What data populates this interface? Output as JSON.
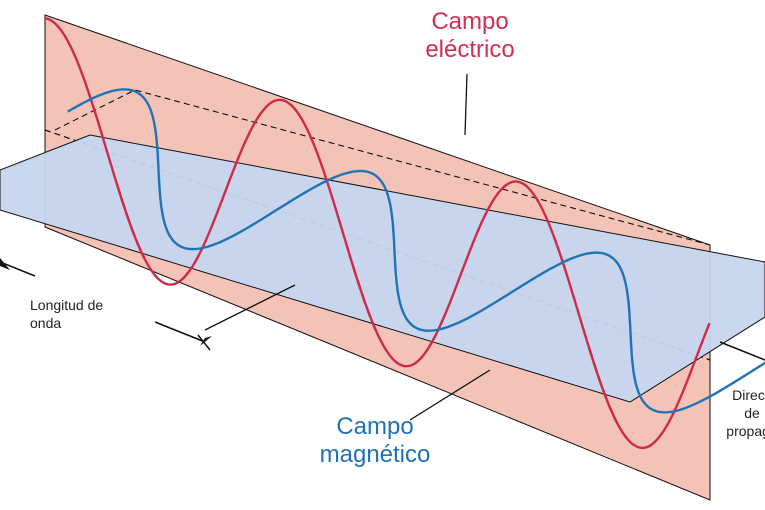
{
  "labels": {
    "electric_field": "Campo\neléctrico",
    "magnetic_field": "Campo\nmagnético",
    "wavelength": "Longitud de\nonda",
    "direction": "Direcc\nde\npropaga"
  },
  "colors": {
    "electric_plane": "#f4c3b7",
    "electric_wave": "#cf2a4a",
    "magnetic_plane": "#c6d6ee",
    "magnetic_wave": "#1f74b8",
    "outline": "#111111",
    "electric_text": "#d32f4e",
    "magnetic_text": "#1e72b8"
  }
}
